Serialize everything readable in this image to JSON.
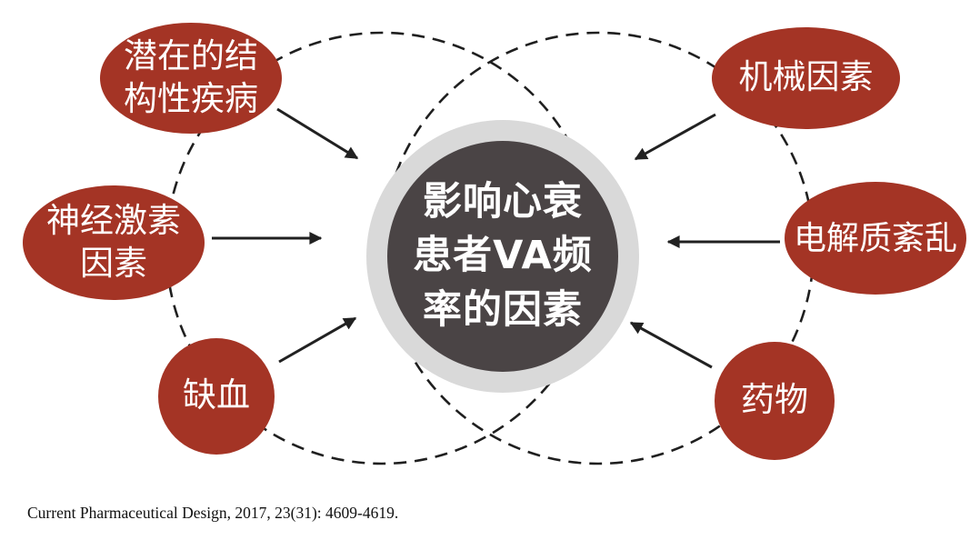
{
  "diagram": {
    "title_context": "Factors influencing VA frequency in heart failure patients",
    "center": {
      "label": "影响心衰\n患者VA频\n率的因素"
    },
    "nodes": [
      {
        "id": "structural-disease",
        "label": "潜在的结\n构性疾病"
      },
      {
        "id": "mechanical-factors",
        "label": "机械因素"
      },
      {
        "id": "neurohormonal-factors",
        "label": "神经激素\n因素"
      },
      {
        "id": "electrolyte-disturbance",
        "label": "电解质紊乱"
      },
      {
        "id": "ischemia",
        "label": "缺血"
      },
      {
        "id": "drugs",
        "label": "药物"
      }
    ],
    "connections": "six solid arrows point from each outer node toward the center circle; two large dashed circles intersect above and below the center"
  },
  "footer": {
    "citation": "Current Pharmaceutical Design, 2017, 23(31): 4609-4619."
  },
  "colors": {
    "node_fill": "#a43425",
    "center_fill": "#4a4445",
    "center_ring": "#d9d9d9",
    "connector": "#212121",
    "node_text": "#ffffff",
    "citation_text": "#111111",
    "background": "#ffffff"
  }
}
